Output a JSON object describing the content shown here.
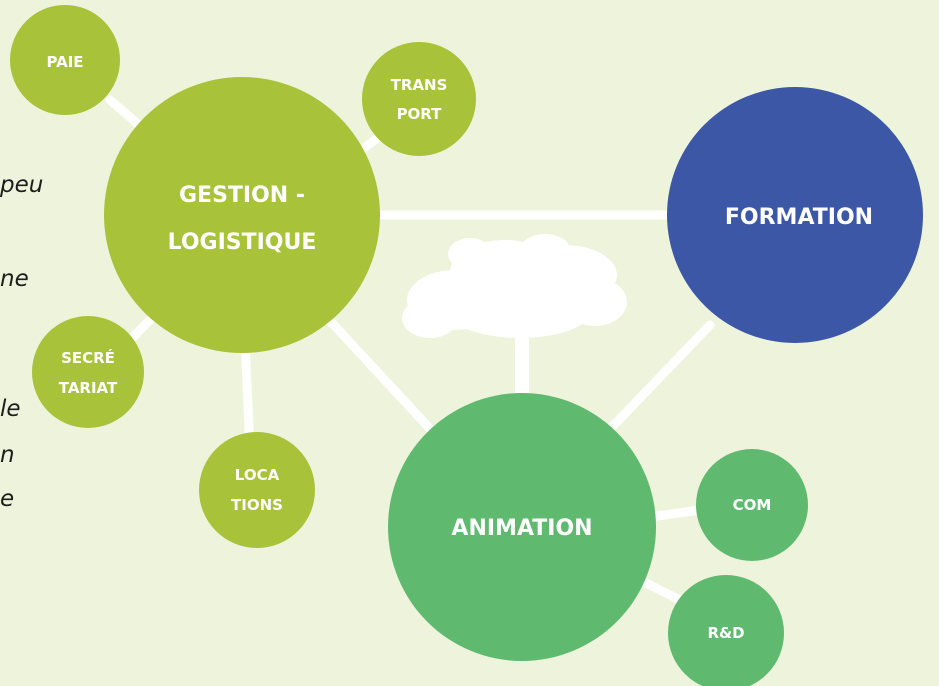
{
  "colors": {
    "background": "#eef3dc",
    "lime": "#a8c23a",
    "green": "#5fba70",
    "blue": "#3b57a6",
    "connector": "#ffffff",
    "label": "#ffffff",
    "text": "#1d1d1d"
  },
  "icons": {
    "tree": "tree-icon"
  },
  "left_text": {
    "fragments": [
      "peu",
      "ne",
      "le",
      "n",
      "e"
    ]
  },
  "nodes": {
    "gestion": {
      "line1": "GESTION -",
      "line2": "LOGISTIQUE"
    },
    "formation": {
      "line1": "FORMATION"
    },
    "animation": {
      "line1": "ANIMATION"
    },
    "paie": {
      "line1": "PAIE"
    },
    "transport": {
      "line1": "TRANS",
      "line2": "PORT"
    },
    "secretariat": {
      "line1": "SECRÉ",
      "line2": "TARIAT"
    },
    "locations": {
      "line1": "LOCA",
      "line2": "TIONS"
    },
    "com": {
      "line1": "COM"
    },
    "rd": {
      "line1": "R&D"
    }
  }
}
